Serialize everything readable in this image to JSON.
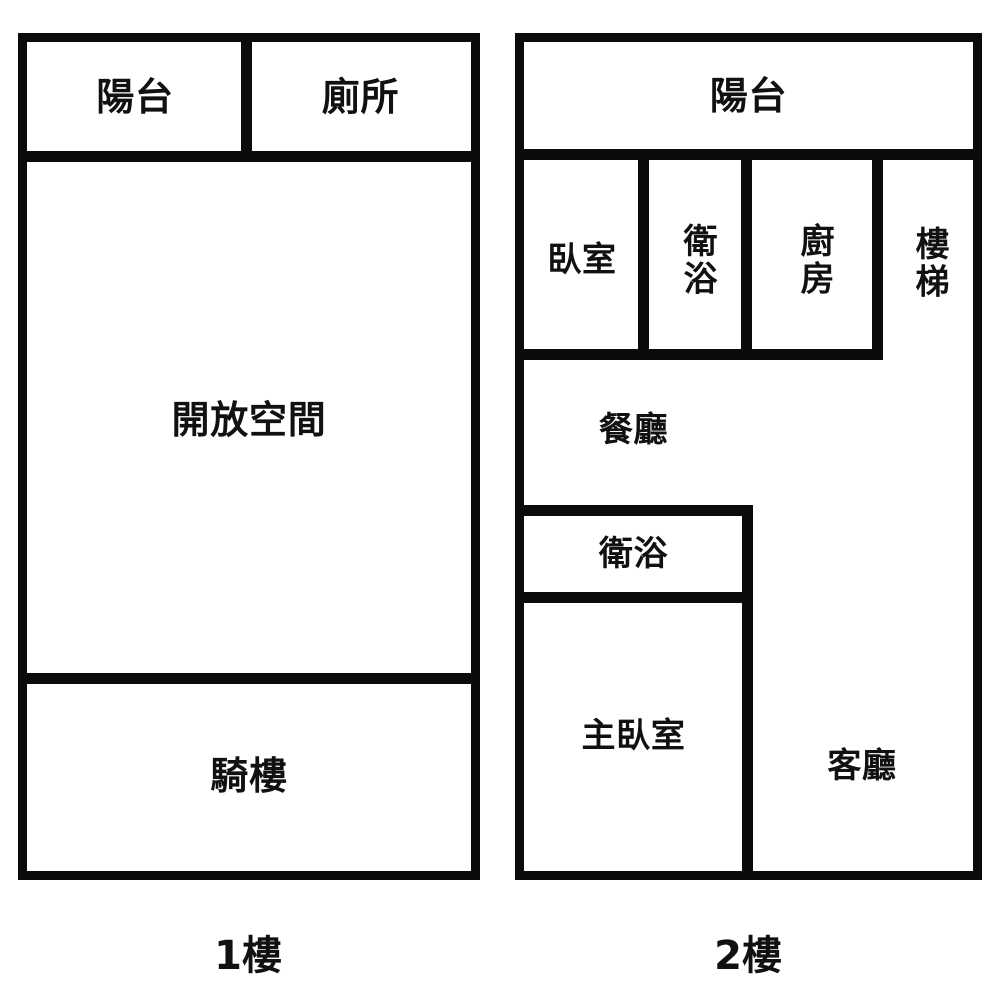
{
  "diagram": {
    "title": "Two-floor residential floor plan",
    "line_color": "#0b0b0b",
    "background_color": "#ffffff",
    "text_color": "#111111"
  },
  "floor1": {
    "caption": "1樓",
    "rooms": {
      "balcony": "陽台",
      "toilet": "廁所",
      "open_space": "開放空間",
      "arcade": "騎樓"
    }
  },
  "floor2": {
    "caption": "2樓",
    "rooms": {
      "balcony": "陽台",
      "bedroom": "臥室",
      "bathroom_upper": "衛浴",
      "kitchen": "廚房",
      "stairs": "樓梯",
      "dining": "餐廳",
      "bathroom_lower": "衛浴",
      "master_bedroom": "主臥室",
      "living_room": "客廳"
    }
  }
}
